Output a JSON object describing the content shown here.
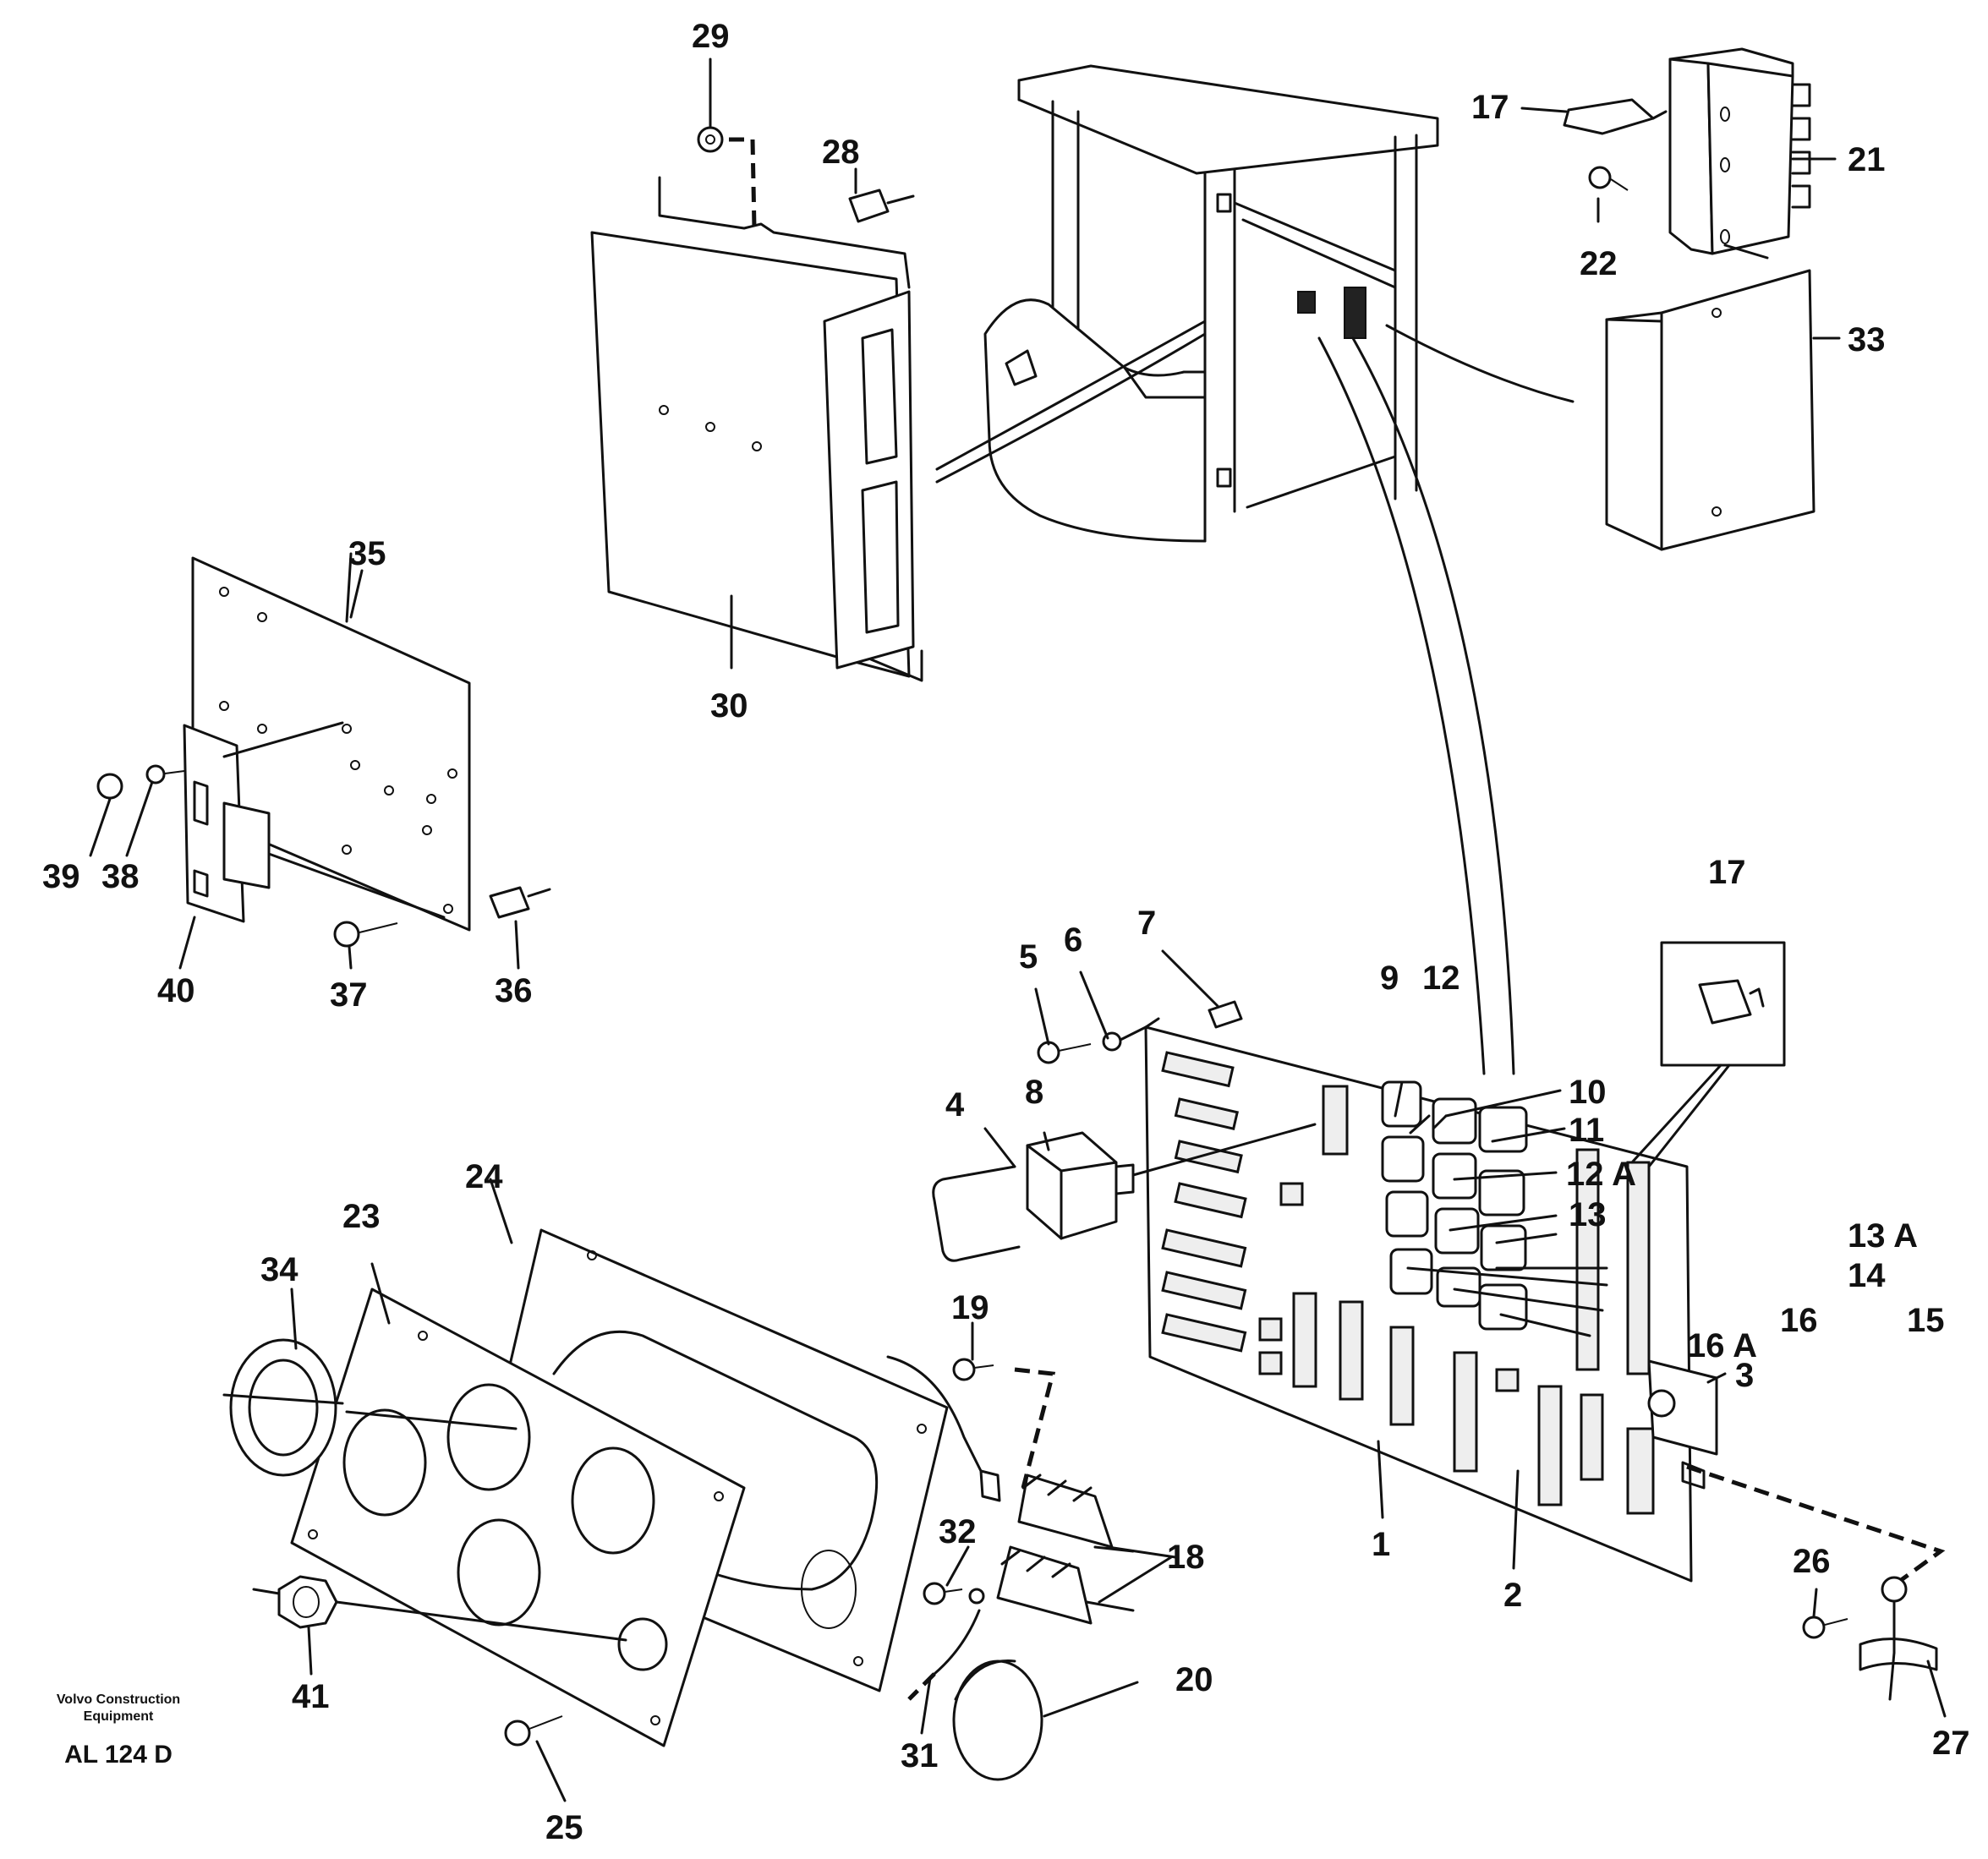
{
  "callouts": [
    {
      "id": "29",
      "text": "29"
    },
    {
      "id": "28",
      "text": "28"
    },
    {
      "id": "17a",
      "text": "17"
    },
    {
      "id": "21",
      "text": "21"
    },
    {
      "id": "22",
      "text": "22"
    },
    {
      "id": "33",
      "text": "33"
    },
    {
      "id": "35",
      "text": "35"
    },
    {
      "id": "30",
      "text": "30"
    },
    {
      "id": "39",
      "text": "39"
    },
    {
      "id": "38",
      "text": "38"
    },
    {
      "id": "40",
      "text": "40"
    },
    {
      "id": "37",
      "text": "37"
    },
    {
      "id": "36",
      "text": "36"
    },
    {
      "id": "7",
      "text": "7"
    },
    {
      "id": "5",
      "text": "5"
    },
    {
      "id": "6",
      "text": "6"
    },
    {
      "id": "17b",
      "text": "17"
    },
    {
      "id": "9",
      "text": "9"
    },
    {
      "id": "12",
      "text": "12"
    },
    {
      "id": "10",
      "text": "10"
    },
    {
      "id": "11",
      "text": "11"
    },
    {
      "id": "12A",
      "text": "12 A"
    },
    {
      "id": "13",
      "text": "13"
    },
    {
      "id": "13A",
      "text": "13 A"
    },
    {
      "id": "14",
      "text": "14"
    },
    {
      "id": "15",
      "text": "15"
    },
    {
      "id": "16",
      "text": "16"
    },
    {
      "id": "16A",
      "text": "16 A"
    },
    {
      "id": "3",
      "text": "3"
    },
    {
      "id": "4",
      "text": "4"
    },
    {
      "id": "8",
      "text": "8"
    },
    {
      "id": "24",
      "text": "24"
    },
    {
      "id": "23",
      "text": "23"
    },
    {
      "id": "34",
      "text": "34"
    },
    {
      "id": "19",
      "text": "19"
    },
    {
      "id": "32",
      "text": "32"
    },
    {
      "id": "18",
      "text": "18"
    },
    {
      "id": "1",
      "text": "1"
    },
    {
      "id": "2",
      "text": "2"
    },
    {
      "id": "26",
      "text": "26"
    },
    {
      "id": "27",
      "text": "27"
    },
    {
      "id": "20",
      "text": "20"
    },
    {
      "id": "41",
      "text": "41"
    },
    {
      "id": "31",
      "text": "31"
    },
    {
      "id": "25",
      "text": "25"
    }
  ],
  "caption": {
    "company_line1": "Volvo Construction",
    "company_line2": "Equipment",
    "code": "AL 124 D"
  }
}
